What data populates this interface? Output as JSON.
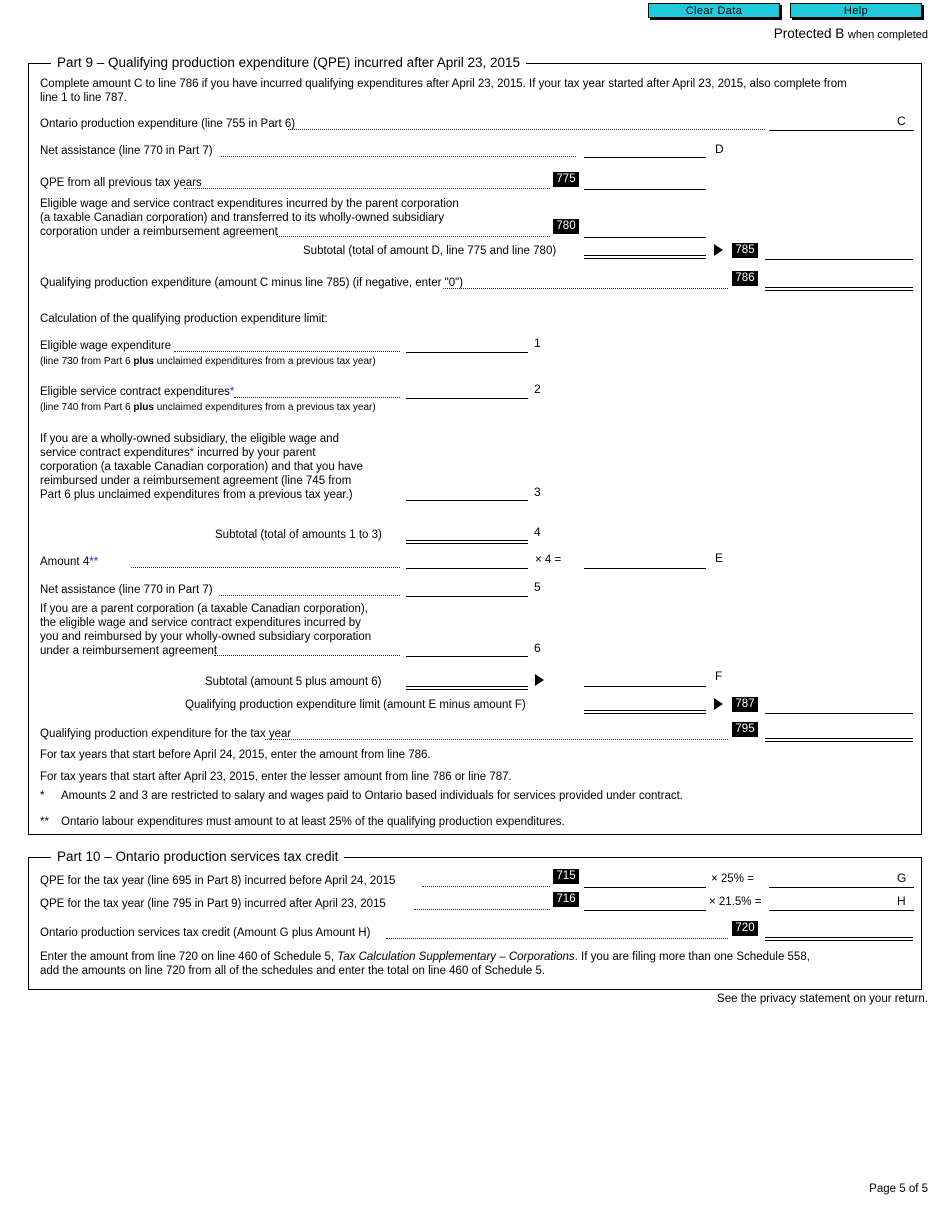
{
  "toolbar": {
    "clear_data_label": "Clear Data",
    "help_label": "Help",
    "accent_color": "#21c9dd"
  },
  "header": {
    "protected_main": "Protected B",
    "protected_sub": "when completed"
  },
  "part9": {
    "legend": "Part 9 – Qualifying production expenditure (QPE) incurred after April 23, 2015",
    "intro_line1": "Complete amount C to line 786 if you have incurred qualifying expenditures after April 23, 2015. If your tax year started after April 23, 2015, also complete from",
    "intro_line2": "line 1 to line 787.",
    "row_c_label": "Ontario production expenditure (line 755 in Part 6)",
    "row_c_letter": "C",
    "row_d_label": "Net assistance (line 770 in Part 7)",
    "row_d_letter": "D",
    "row_775_label": "QPE from all previous tax years",
    "row_775_num": "775",
    "row_780_label_l1": "Eligible wage and service contract expenditures incurred by the parent corporation",
    "row_780_label_l2": "(a taxable Canadian corporation) and transferred to its wholly-owned subsidiary",
    "row_780_label_l3": "corporation under a reimbursement agreement",
    "row_780_num": "780",
    "subtotal_785_label": "Subtotal (total of amount D, line 775 and line 780)",
    "subtotal_785_num": "785",
    "row_786_label": "Qualifying production expenditure (amount C minus line 785) (if negative, enter \"0\")",
    "row_786_num": "786",
    "calc_heading": "Calculation of the qualifying production expenditure limit:",
    "amt1_label": "Eligible wage expenditure",
    "amt1_sub_a": "(line 730 from Part 6 ",
    "amt1_sub_bold": "plus",
    "amt1_sub_b": " unclaimed expenditures from a previous tax year)",
    "amt1_num": "1",
    "amt2_label": "Eligible service contract expenditures",
    "amt2_star": "*",
    "amt2_sub_a": "(line 740 from Part 6 ",
    "amt2_sub_bold": "plus",
    "amt2_sub_b": " unclaimed expenditures from a previous tax year)",
    "amt2_num": "2",
    "amt3_l1": "If you are a wholly-owned subsidiary, the eligible wage and",
    "amt3_l2a": "service contract expenditures",
    "amt3_l2star": "*",
    "amt3_l2b": " incurred by your parent",
    "amt3_l3": "corporation (a taxable Canadian corporation) and that you have",
    "amt3_l4": "reimbursed under a reimbursement agreement (line 745 from",
    "amt3_l5": "Part 6 plus unclaimed expenditures from a previous tax year.)",
    "amt3_num": "3",
    "amt4_label": "Subtotal (total of amounts 1 to 3)",
    "amt4_num": "4",
    "amount4_label": "Amount 4",
    "amount4_star": "**",
    "amount4_mult": "×  4  =",
    "amount_e_letter": "E",
    "amt5_label": "Net assistance (line 770 in Part 7)",
    "amt5_num": "5",
    "amt6_l1": "If you are a parent corporation (a taxable Canadian corporation),",
    "amt6_l2": "the eligible wage and service contract expenditures incurred by",
    "amt6_l3": "you and reimbursed by your wholly-owned subsidiary corporation",
    "amt6_l4": "under a reimbursement agreement",
    "amt6_num": "6",
    "subtotal_f_label": "Subtotal (amount 5 plus amount 6)",
    "amount_f_letter": "F",
    "limit_787_label": "Qualifying production expenditure limit (amount E minus amount F)",
    "limit_787_num": "787",
    "row_795_label": "Qualifying production expenditure for the tax year",
    "row_795_num": "795",
    "note_before": "For tax years that start before April 24, 2015, enter the amount from line 786.",
    "note_after": "For tax years that start after April 23, 2015, enter the lesser amount from line 786 or line 787.",
    "footnote_star_mark": "*",
    "footnote_star_text": "Amounts 2 and 3 are restricted to salary and wages paid to Ontario based individuals for services provided under contract.",
    "footnote_dstar_mark": "**",
    "footnote_dstar_text": "Ontario labour expenditures must amount to at least 25% of the qualifying production expenditures."
  },
  "part10": {
    "legend": "Part 10 – Ontario production services tax credit",
    "row_715_label": "QPE for the tax year (line 695 in Part 8) incurred before April 24, 2015",
    "row_715_num": "715",
    "row_715_rate": "×  25%  =",
    "row_715_letter": "G",
    "row_716_label": "QPE for the tax year (line 795 in Part 9) incurred after April 23, 2015",
    "row_716_num": "716",
    "row_716_rate": "× 21.5% =",
    "row_716_letter": "H",
    "row_720_label": "Ontario production services tax credit (Amount G plus Amount H)",
    "row_720_num": "720",
    "closing_l1_a": "Enter the amount from line 720 on line 460 of Schedule 5, ",
    "closing_l1_ital": "Tax Calculation Supplementary – Corporations",
    "closing_l1_b": ". If you are filing more than one Schedule 558,",
    "closing_l2": "add the amounts on line 720 from all of the schedules and enter the total on line 460 of Schedule 5."
  },
  "footer": {
    "privacy": "See the privacy statement on your return.",
    "page": "Page 5 of 5"
  }
}
